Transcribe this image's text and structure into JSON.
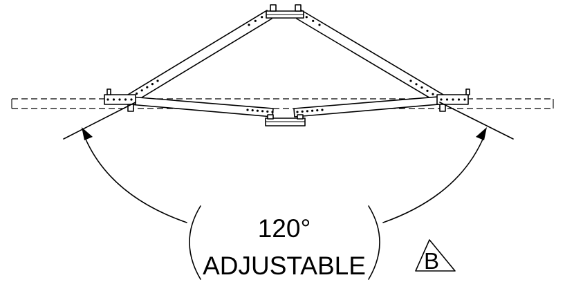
{
  "angle_label": "120°",
  "adjust_label": "ADJUSTABLE",
  "callout_letter": "B"
}
